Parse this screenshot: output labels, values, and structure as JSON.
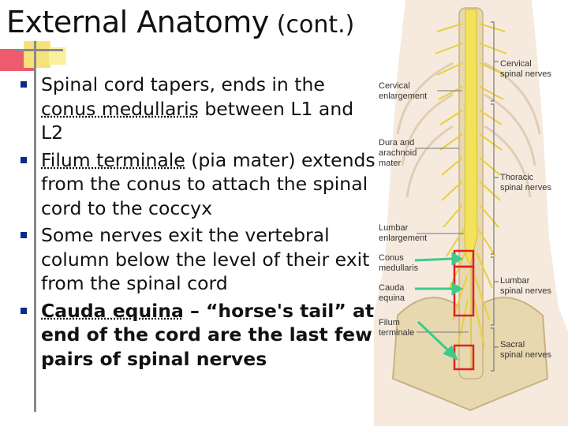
{
  "title": {
    "main": "External Anatomy",
    "cont": "(cont.)"
  },
  "bullets": [
    {
      "parts": [
        "Spinal cord tapers, ends in the ",
        "conus medullaris",
        " between L1 and L2"
      ]
    },
    {
      "parts": [
        "Filum terminale",
        " (pia mater) extends from the conus to attach the spinal cord to the coccyx"
      ]
    },
    {
      "parts": [
        "Some nerves exit the vertebral column below the level of their exit from the spinal cord"
      ]
    },
    {
      "parts": [
        "Cauda equina",
        " – “horse's tail” at end of the cord are the last few pairs of spinal nerves"
      ]
    }
  ],
  "figure": {
    "left_labels": [
      {
        "lines": [
          "Cervical",
          "enlargement"
        ]
      },
      {
        "lines": [
          "Dura and",
          "arachnoid",
          "mater"
        ]
      },
      {
        "lines": [
          "Lumbar",
          "enlargement"
        ]
      },
      {
        "lines": [
          "Conus",
          "medullaris"
        ]
      },
      {
        "lines": [
          "Cauda",
          "equina"
        ]
      },
      {
        "lines": [
          "Filum",
          "terminale"
        ]
      }
    ],
    "right_labels": [
      {
        "lines": [
          "Cervical",
          "spinal nerves"
        ]
      },
      {
        "lines": [
          "Thoracic",
          "spinal nerves"
        ]
      },
      {
        "lines": [
          "Lumbar",
          "spinal nerves"
        ]
      },
      {
        "lines": [
          "Sacral",
          "spinal nerves"
        ]
      }
    ],
    "colors": {
      "highlight_box": "#e02020",
      "arrow": "#3fc98a",
      "cord": "#f2e25a",
      "bone": "#e8d8b0",
      "skin": "#efd9c4"
    }
  }
}
